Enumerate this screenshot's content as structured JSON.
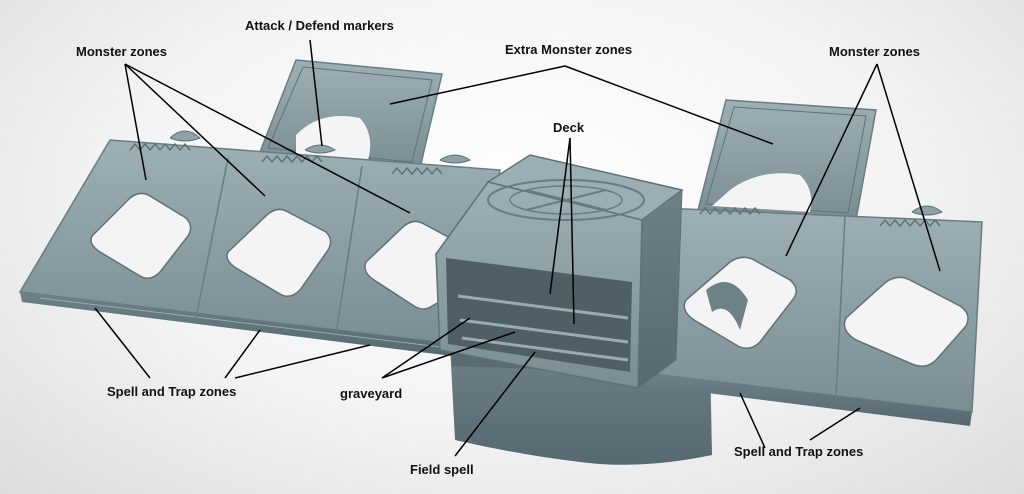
{
  "labels": {
    "monster_zones_left": "Monster zones",
    "attack_defend": "Attack / Defend markers",
    "extra_monster_zones": "Extra Monster zones",
    "monster_zones_right": "Monster zones",
    "deck": "Deck",
    "spell_trap_left": "Spell and Trap zones",
    "graveyard": "graveyard",
    "field_spell": "Field spell",
    "spell_trap_right": "Spell and Trap zones"
  },
  "colors": {
    "body": "#7e9298",
    "body_light": "#95a8ae",
    "body_dark": "#5f7177",
    "cutout": "#f4f4f4",
    "line": "#000000"
  }
}
